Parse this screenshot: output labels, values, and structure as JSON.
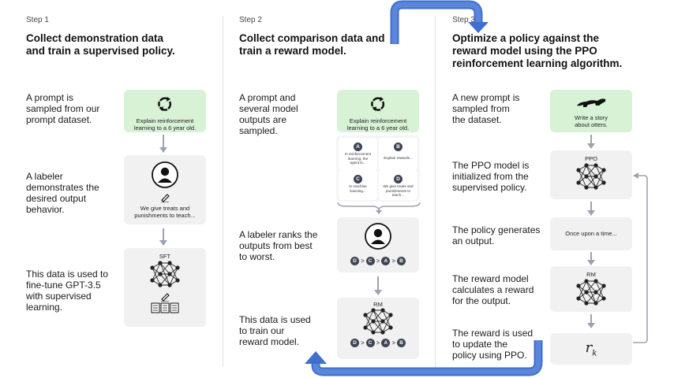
{
  "step1": {
    "label": "Step 1",
    "title_line1": "Collect demonstration data",
    "title_line2": "and train a supervised policy.",
    "desc1": [
      "A prompt is",
      "sampled from our",
      "prompt dataset."
    ],
    "desc2": [
      "A labeler",
      "demonstrates the",
      "desired output",
      "behavior."
    ],
    "desc3": [
      "This data is used to",
      "fine-tune GPT-3.5",
      "with supervised",
      "learning."
    ],
    "prompt_text": [
      "Explain reinforcement",
      "learning to a 6 year old."
    ],
    "demo_text": [
      "We give treats and",
      "punishments to teach..."
    ],
    "model_label": "SFT"
  },
  "step2": {
    "label": "Step 2",
    "title_line1": "Collect comparison data and",
    "title_line2": "train a reward model.",
    "desc1": [
      "A prompt and",
      "several model",
      "outputs are",
      "sampled."
    ],
    "desc2": [
      "A labeler ranks the",
      "outputs from best",
      "to worst."
    ],
    "desc3": [
      "This data is used",
      "to train our",
      "reward model."
    ],
    "prompt_text": [
      "Explain reinforcement",
      "learning to a 6 year old."
    ],
    "outputs": [
      {
        "letter": "A",
        "text": [
          "In reinforcement",
          "learning, the",
          "agent is..."
        ]
      },
      {
        "letter": "B",
        "text": [
          "Explain rewards..."
        ]
      },
      {
        "letter": "C",
        "text": [
          "In machine",
          "learning..."
        ]
      },
      {
        "letter": "D",
        "text": [
          "We give treats and",
          "punishments to",
          "teach..."
        ]
      }
    ],
    "ranking": [
      "D",
      "C",
      "A",
      "B"
    ],
    "model_label": "RM"
  },
  "step3": {
    "label": "Step 3",
    "title_line1": "Optimize a policy against the",
    "title_line2": "reward model using the PPO",
    "title_line3": "reinforcement learning algorithm.",
    "desc1": [
      "A new prompt is",
      "sampled from",
      "the dataset."
    ],
    "desc2": [
      "The PPO model is",
      "initialized from the",
      "supervised policy."
    ],
    "desc3": [
      "The policy generates",
      "an output."
    ],
    "desc4": [
      "The reward model",
      "calculates a reward",
      "for the output."
    ],
    "desc5": [
      "The reward is used",
      "to update the",
      "policy using PPO."
    ],
    "prompt_text": [
      "Write a story",
      "about otters."
    ],
    "ppo_label": "PPO",
    "output_text": "Once upon a time...",
    "rm_label": "RM",
    "reward_symbol": "r",
    "reward_sub": "k"
  },
  "colors": {
    "green_box": "#d8f2d6",
    "grey_box": "#f1f1f1",
    "arrow_blue": "#3f6fcf",
    "arrow_grey": "#9ba3b3",
    "rank_circle": "#3e4454"
  }
}
